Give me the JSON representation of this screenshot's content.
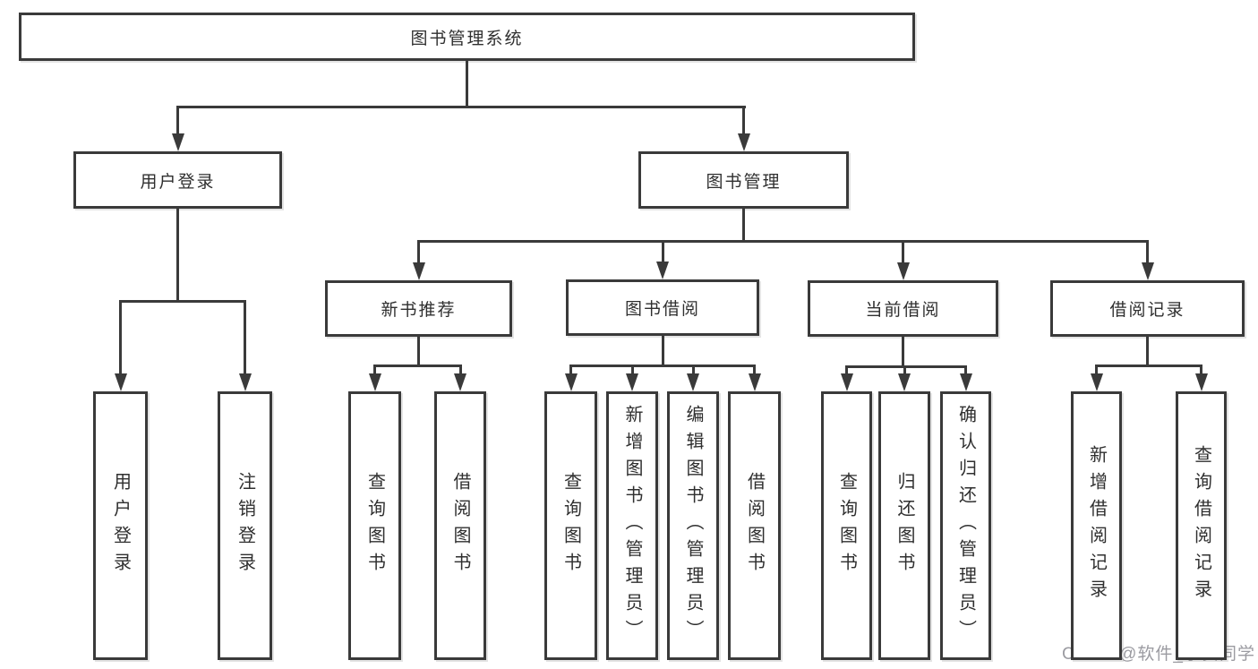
{
  "title": "图书管理系统",
  "watermark": {
    "text": "CSDN @软件_小贺同学"
  },
  "colors": {
    "line": "#3a3a3a",
    "text": "#2f2f2f",
    "watermark": "#9b9ba1",
    "background": "#ffffff"
  },
  "tree": {
    "id": "root",
    "label": "图书管理系统",
    "children": [
      {
        "id": "user-login-group",
        "label": "用户登录",
        "children": [
          {
            "id": "user-login",
            "label": "用户登录"
          },
          {
            "id": "logout",
            "label": "注销登录"
          }
        ]
      },
      {
        "id": "book-management",
        "label": "图书管理",
        "children": [
          {
            "id": "new-book-recommend",
            "label": "新书推荐",
            "children": [
              {
                "id": "nbr-query-book",
                "label": "查询图书"
              },
              {
                "id": "nbr-borrow-book",
                "label": "借阅图书"
              }
            ]
          },
          {
            "id": "book-borrowing",
            "label": "图书借阅",
            "children": [
              {
                "id": "bb-query-book",
                "label": "查询图书"
              },
              {
                "id": "bb-add-book",
                "label": "新增图书（管理员）"
              },
              {
                "id": "bb-edit-book",
                "label": "编辑图书（管理员）"
              },
              {
                "id": "bb-borrow-book",
                "label": "借阅图书"
              }
            ]
          },
          {
            "id": "current-borrowing",
            "label": "当前借阅",
            "children": [
              {
                "id": "cb-query-book",
                "label": "查询图书"
              },
              {
                "id": "cb-return-book",
                "label": "归还图书"
              },
              {
                "id": "cb-confirm-return",
                "label": "确认归还（管理员）"
              }
            ]
          },
          {
            "id": "borrow-records",
            "label": "借阅记录",
            "children": [
              {
                "id": "br-add-record",
                "label": "新增借阅记录"
              },
              {
                "id": "br-query-record",
                "label": "查询借阅记录"
              }
            ]
          }
        ]
      }
    ]
  }
}
